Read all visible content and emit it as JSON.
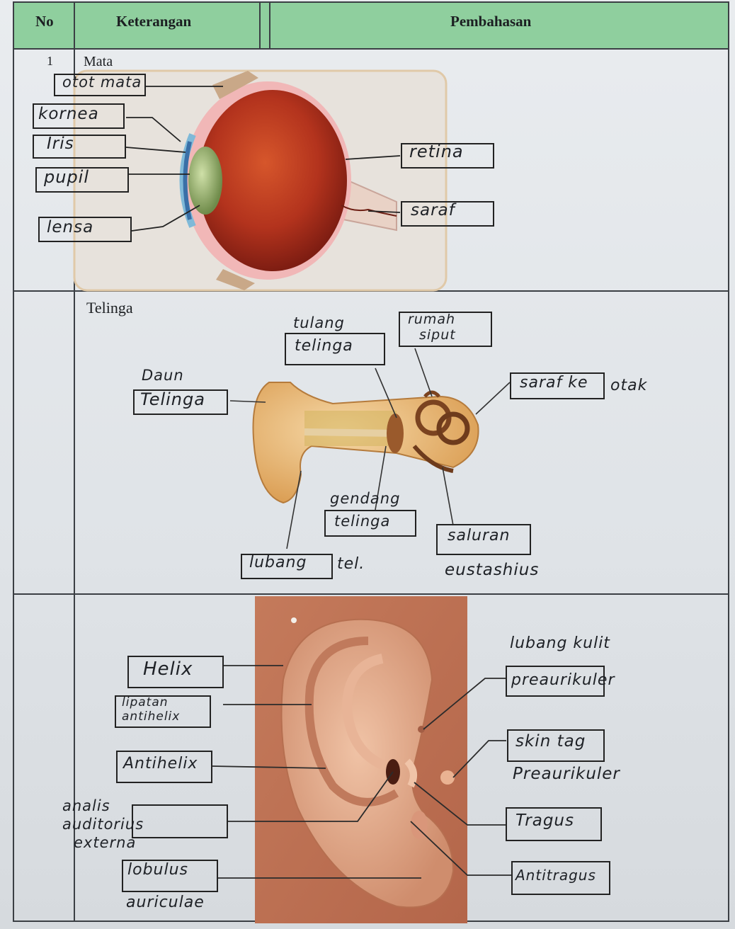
{
  "table": {
    "headers": {
      "no": "No",
      "keterangan": "Keterangan",
      "pembahasan": "Pembahasan"
    },
    "rows": [
      {
        "no": "1",
        "title": "Mata"
      },
      {
        "no": "",
        "title": "Telinga"
      },
      {
        "no": "",
        "title": ""
      }
    ]
  },
  "eye_labels": {
    "otot": "otot mata",
    "kornea": "kornea",
    "iris": "Iris",
    "pupil": "pupil",
    "lensa": "lensa",
    "retina": "retina",
    "saraf": "saraf"
  },
  "ear_labels": {
    "daun_top": "Daun",
    "daun_box": "Telinga",
    "tulang_top": "tulang",
    "tulang_box": "telinga",
    "rumah_line1": "rumah",
    "rumah_line2": "siput",
    "saraf_box": "saraf ke",
    "saraf_after": "otak",
    "gendang_top": "gendang",
    "gendang_box": "telinga",
    "saluran_box": "saluran",
    "saluran_after": "eustashius",
    "lubang_box": "lubang",
    "lubang_after": "tel."
  },
  "outer_ear_labels": {
    "helix": "Helix",
    "lipatan_line1": "lipatan",
    "lipatan_line2": "antihelix",
    "antihelix": "Antihelix",
    "kanalis_line1": "analis",
    "kanalis_line2": "auditorius",
    "kanalis_line3": "externa",
    "lobulus_box": "lobulus",
    "lobulus_after": "auriculae",
    "lubang_kulit": "lubang kulit",
    "preaurikuler_box": "preaurikuler",
    "skin_tag_box": "skin tag",
    "skin_tag_after": "Preaurikuler",
    "tragus": "Tragus",
    "antitragus": "Antitragus"
  },
  "colors": {
    "header_green": "#8fcf9e",
    "eye_red": "#b2361f",
    "ear_skin": "#d89a7a",
    "ear_photo_bg": "#c9866a"
  }
}
